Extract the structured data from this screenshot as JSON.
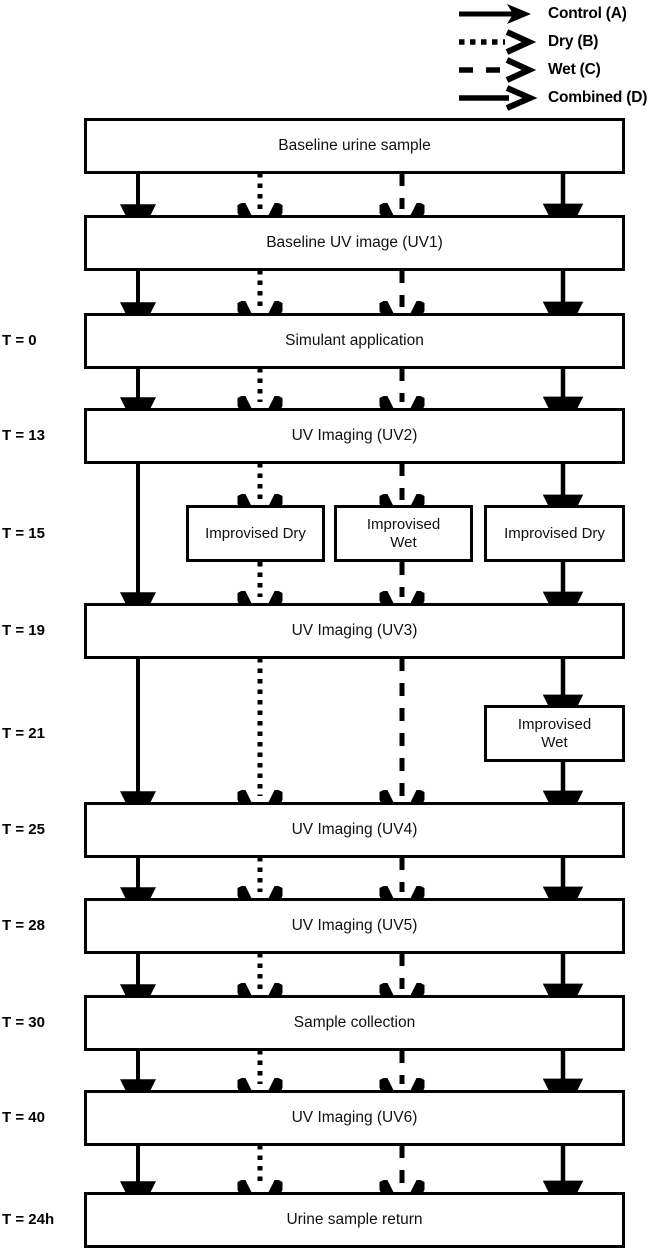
{
  "legend": {
    "items": [
      {
        "label": "Control (A)",
        "style": "solid-thin",
        "icon": "solid-arrow-icon"
      },
      {
        "label": "Dry (B)",
        "style": "dotted",
        "icon": "dotted-arrow-icon"
      },
      {
        "label": "Wet (C)",
        "style": "dashed",
        "icon": "dashed-arrow-icon"
      },
      {
        "label": "Combined (D)",
        "style": "solid-thick",
        "icon": "combined-arrow-icon"
      }
    ]
  },
  "time_labels": [
    {
      "text": "T = 0"
    },
    {
      "text": "T = 13"
    },
    {
      "text": "T = 15"
    },
    {
      "text": "T = 19"
    },
    {
      "text": "T = 21"
    },
    {
      "text": "T = 25"
    },
    {
      "text": "T = 28"
    },
    {
      "text": "T = 30"
    },
    {
      "text": "T = 40"
    },
    {
      "text": "T = 24h"
    }
  ],
  "stages": [
    {
      "label": "Baseline urine sample"
    },
    {
      "label": "Baseline UV image (UV1)"
    },
    {
      "label": "Simulant application"
    },
    {
      "label": "UV Imaging (UV2)"
    },
    {
      "label": "UV Imaging (UV3)"
    },
    {
      "label": "UV Imaging (UV4)"
    },
    {
      "label": "UV Imaging (UV5)"
    },
    {
      "label": "Sample collection"
    },
    {
      "label": "UV Imaging (UV6)"
    },
    {
      "label": "Urine sample return"
    }
  ],
  "interventions": [
    {
      "label": "Improvised Dry",
      "column": "Dry (B)"
    },
    {
      "label": "Improvised\nWet",
      "column": "Wet (C)"
    },
    {
      "label": "Improvised Dry",
      "column": "Combined (D)"
    },
    {
      "label": "Improvised\nWet",
      "column": "Combined (D)"
    }
  ],
  "colors": {
    "line": "#000000",
    "box_fill": "#ffffff",
    "text": "#111111"
  }
}
